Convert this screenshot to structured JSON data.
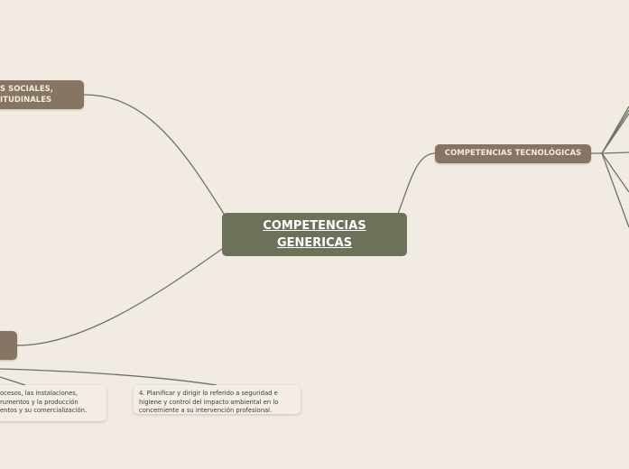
{
  "center": {
    "line1": "COMPETENCIAS",
    "line2": "GENERICAS"
  },
  "branches": {
    "social": {
      "line1": "S SOCIALES,",
      "line2": "ITUDINALES"
    },
    "tecnologicas": {
      "label": "COMPETENCIAS TECNOLÓGICAS"
    },
    "left_bottom": {
      "label": ""
    }
  },
  "cards": [
    {
      "lines": [
        "ocesos, las instalaciones,",
        "rumentos y la producción",
        "entos y su comercialización."
      ]
    },
    {
      "lines": [
        "4. Planificar y dirigir lo referido a seguridad e",
        "higiene y control del impacto ambiental en lo",
        "concerniente a su intervención profesional."
      ]
    }
  ],
  "colors": {
    "background": "#f2ebe3",
    "center": "#6b7259",
    "branch": "#857561",
    "link": "#6b7560"
  }
}
